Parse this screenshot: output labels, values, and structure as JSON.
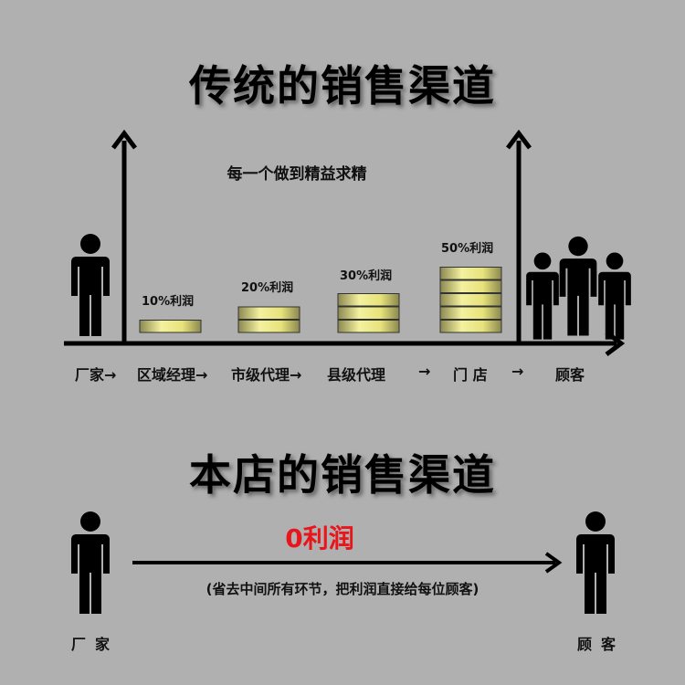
{
  "traditional": {
    "title": "传统的销售渠道",
    "subtitle": "每一个做到精益求精",
    "bars": [
      {
        "label": "10%利润",
        "layers": 1
      },
      {
        "label": "20%利润",
        "layers": 2
      },
      {
        "label": "30%利润",
        "layers": 3
      },
      {
        "label": "50%利润",
        "layers": 5
      }
    ],
    "chain": [
      "厂家",
      "区域经理",
      "市级代理",
      "县级代理",
      "门 店",
      "顾客"
    ],
    "arrow_glyph": "→"
  },
  "ours": {
    "title": "本店的销售渠道",
    "profit": "0利润",
    "note": "(省去中间所有环节，把利润直接给每位顾客)",
    "left_label": "厂家",
    "right_label": "顾客"
  },
  "colors": {
    "background": "#b0b0b0",
    "profit_red": "#e8151b",
    "coin_light": "#f2ef9a",
    "coin_dark": "#8a8850"
  },
  "icons": [
    "person-icon",
    "crowd-icon",
    "arrow-right-icon",
    "arrow-up-icon"
  ]
}
